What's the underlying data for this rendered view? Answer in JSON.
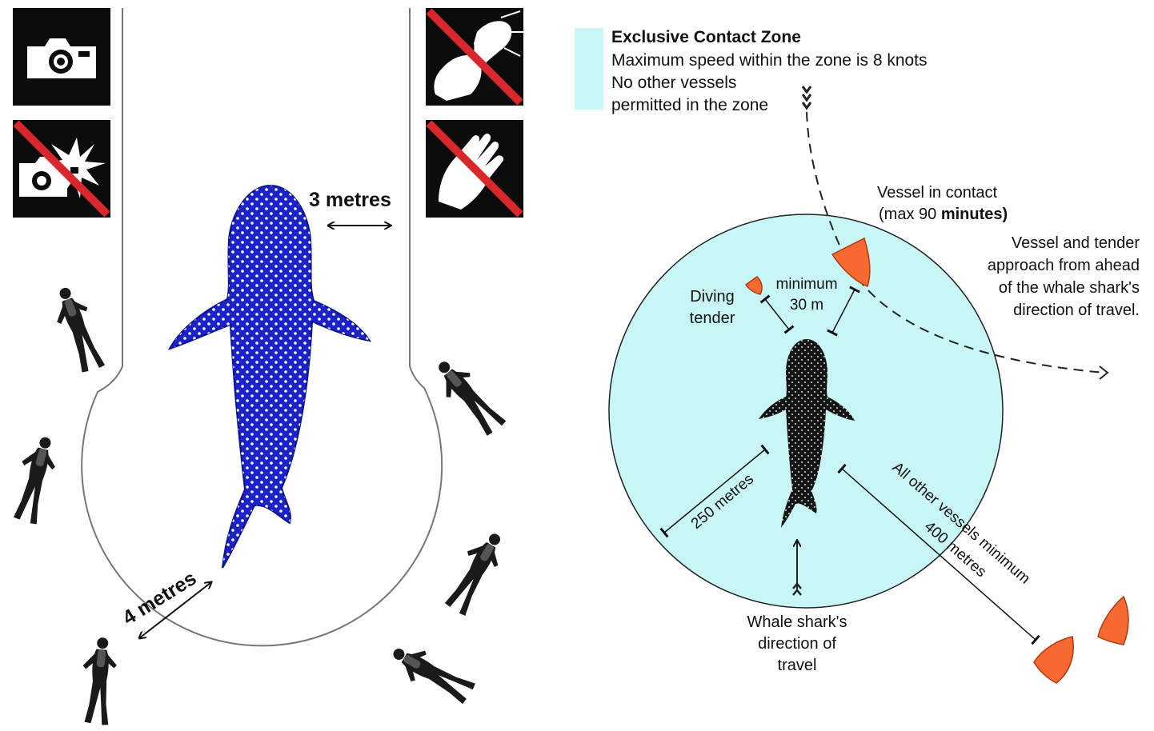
{
  "left_panel": {
    "label_3m": "3 metres",
    "label_4m": "4 metres",
    "rule_icons": [
      "camera-icon",
      "no-flash-icon",
      "no-touch-icon",
      "no-hand-icon"
    ]
  },
  "right_panel": {
    "legend": {
      "title": "Exclusive Contact Zone",
      "line1": "Maximum speed within the zone is 8 knots",
      "line2": "No other vessels",
      "line3": "permitted in the zone"
    },
    "vessel_in_contact": {
      "line1": "Vessel in contact",
      "line2_prefix": "(max 90 ",
      "line2_bold": "minutes)"
    },
    "approach_note": [
      "Vessel and tender",
      "approach from ahead",
      "of the whale shark's",
      "direction of travel."
    ],
    "diving_tender": [
      "Diving",
      "tender"
    ],
    "minimum_distance": [
      "minimum",
      "30 m"
    ],
    "radius_label": "250 metres",
    "other_vessels": {
      "line1": "All other vessels minimum",
      "line2": "400 metres"
    },
    "direction_label": [
      "Whale shark's",
      "direction of",
      "travel"
    ]
  },
  "colors": {
    "zone_fill": "#c8f6f6",
    "legend_swatch": "#c8f6f6",
    "boat_fill": "#f66a32",
    "shark_blue": "#1b23c8",
    "shark_dark": "#151515"
  }
}
